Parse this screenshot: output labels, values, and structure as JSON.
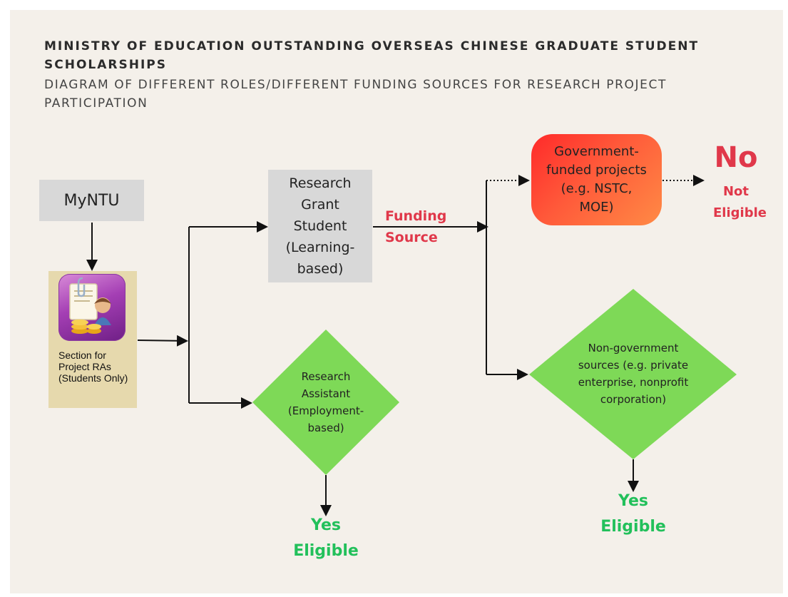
{
  "header": {
    "title": "MINISTRY OF EDUCATION OUTSTANDING OVERSEAS CHINESE GRADUATE STUDENT SCHOLARSHIPS",
    "subtitle": "DIAGRAM OF DIFFERENT ROLES/DIFFERENT FUNDING SOURCES FOR RESEARCH PROJECT PARTICIPATION"
  },
  "nodes": {
    "myntu": "MyNTU",
    "ra_section": "Section for Project RAs (Students Only)",
    "research_grant_student": "Research Grant Student (Learning-based)",
    "research_assistant": "Research Assistant (Employment-based)",
    "funding_source": "Funding Source",
    "government_projects": "Government-funded projects (e.g. NSTC, MOE)",
    "non_government_sources": "Non-government sources (e.g. private enterprise, nonprofit corporation)"
  },
  "outcomes": {
    "no": "No",
    "not_eligible": "Not Eligible",
    "yes_left": "Yes",
    "eligible_left": "Eligible",
    "yes_right": "Yes",
    "eligible_right": "Eligible"
  },
  "colors": {
    "background": "#f4f0ea",
    "grey_box": "#d8d8d8",
    "diamond_green": "#7ed957",
    "red_text": "#e0384a",
    "green_text": "#22c05b"
  },
  "icons": [
    "project-ra-app-icon"
  ]
}
